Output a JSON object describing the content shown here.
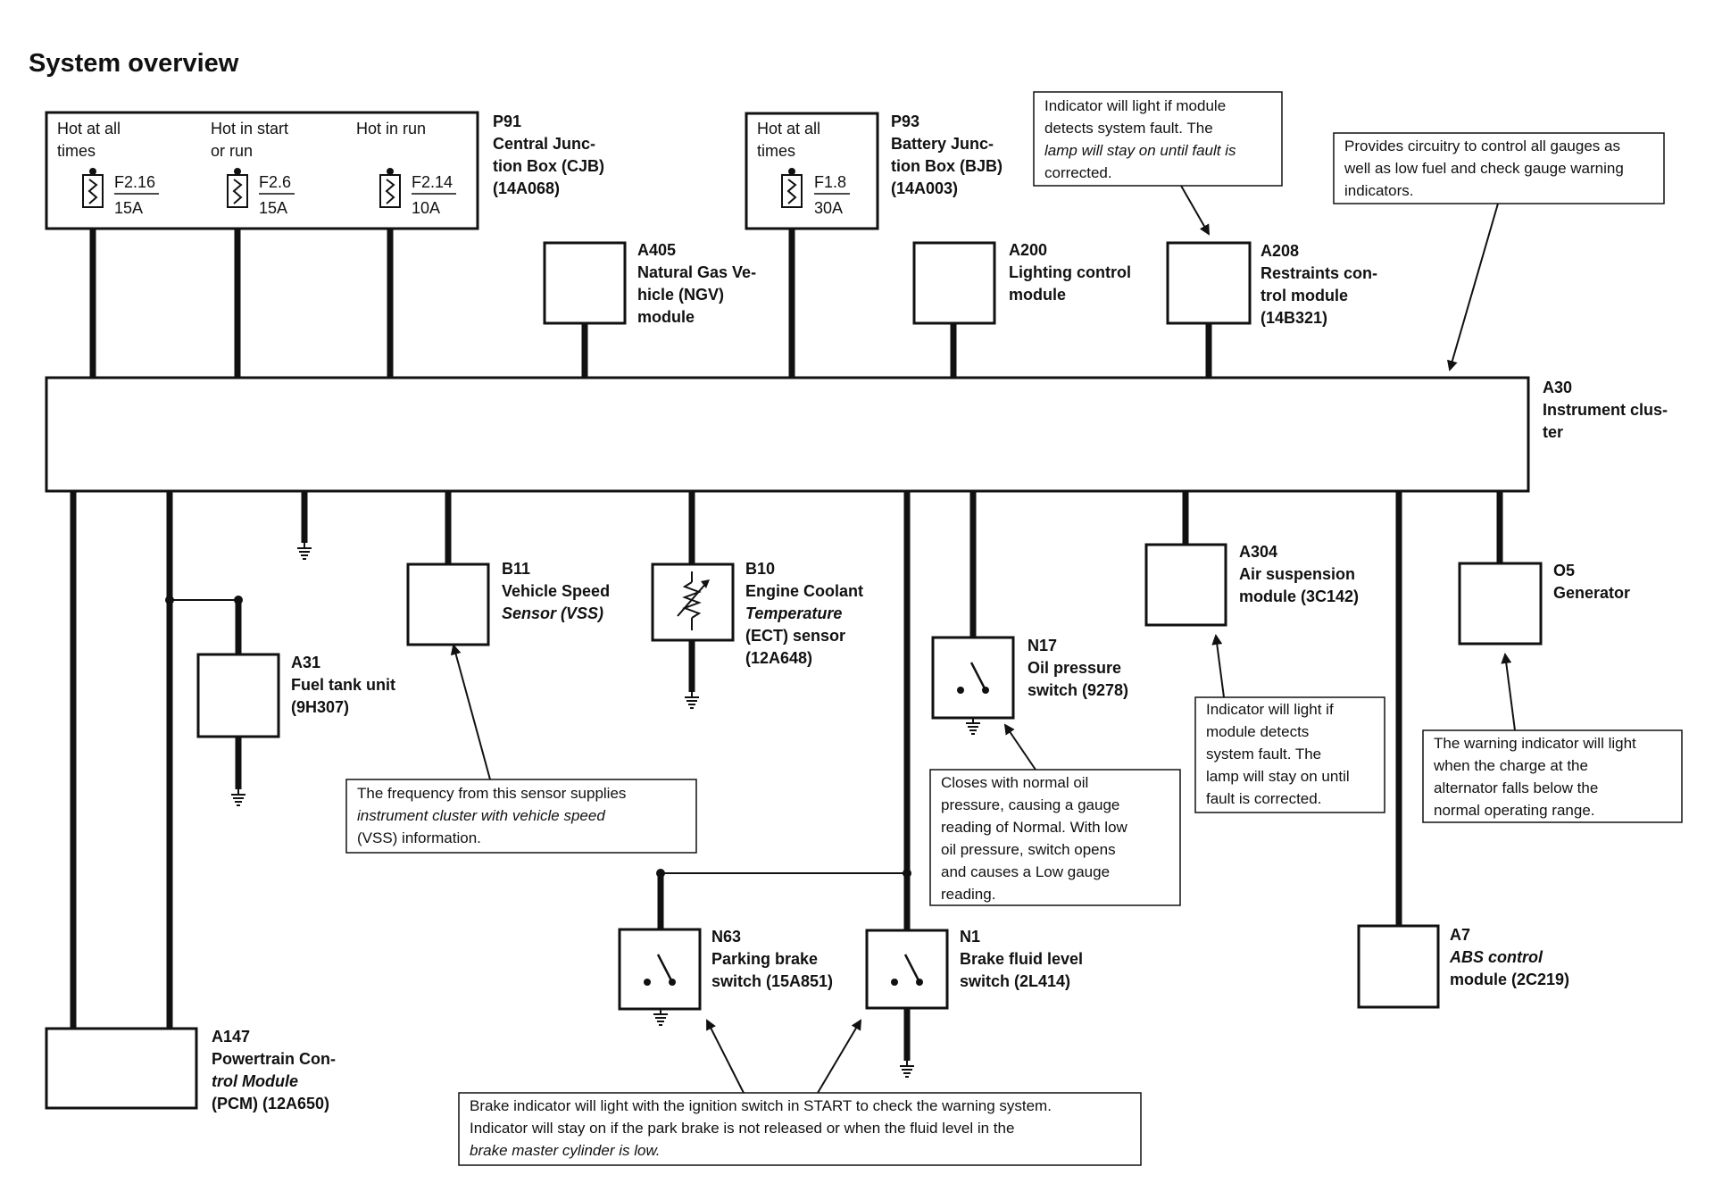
{
  "title": "System overview",
  "components": {
    "p91": {
      "id": "P91",
      "lines": [
        "Central Junc-",
        "tion Box (CJB)",
        "(14A068)"
      ]
    },
    "p93": {
      "id": "P93",
      "lines": [
        "Battery Junc-",
        "tion Box (BJB)",
        "(14A003)"
      ]
    },
    "a405": {
      "id": "A405",
      "lines": [
        "Natural Gas Ve-",
        "hicle (NGV)",
        "module"
      ]
    },
    "a200": {
      "id": "A200",
      "lines": [
        "Lighting control",
        "module"
      ]
    },
    "a208": {
      "id": "A208",
      "lines": [
        "Restraints con-",
        "trol module",
        "(14B321)"
      ]
    },
    "a30": {
      "id": "A30",
      "lines": [
        "Instrument clus-",
        "ter"
      ]
    },
    "a31": {
      "id": "A31",
      "lines": [
        "Fuel tank unit",
        "(9H307)"
      ]
    },
    "b11": {
      "id": "B11",
      "lines": [
        "Vehicle Speed",
        "Sensor (VSS)"
      ]
    },
    "b10": {
      "id": "B10",
      "lines": [
        "Engine Coolant",
        "Temperature",
        "(ECT) sensor",
        "(12A648)"
      ]
    },
    "n17": {
      "id": "N17",
      "lines": [
        "Oil pressure",
        "switch (9278)"
      ]
    },
    "a304": {
      "id": "A304",
      "lines": [
        "Air suspension",
        "module (3C142)"
      ]
    },
    "o5": {
      "id": "O5",
      "lines": [
        "Generator"
      ]
    },
    "n63": {
      "id": "N63",
      "lines": [
        "Parking brake",
        "switch (15A851)"
      ]
    },
    "n1": {
      "id": "N1",
      "lines": [
        "Brake fluid level",
        "switch (2L414)"
      ]
    },
    "a7": {
      "id": "A7",
      "lines": [
        "ABS control",
        "module (2C219)"
      ]
    },
    "a147": {
      "id": "A147",
      "lines": [
        "Powertrain Con-",
        "trol Module",
        "(PCM) (12A650)"
      ]
    }
  },
  "fuses": {
    "p91_headers": [
      "Hot at all",
      "times",
      "Hot in start",
      "or run",
      "Hot in run"
    ],
    "p91": [
      {
        "name": "F2.16",
        "rating": "15A"
      },
      {
        "name": "F2.6",
        "rating": "15A"
      },
      {
        "name": "F2.14",
        "rating": "10A"
      }
    ],
    "p93_headers": [
      "Hot at all",
      "times"
    ],
    "p93": [
      {
        "name": "F1.8",
        "rating": "30A"
      }
    ]
  },
  "notes": {
    "restraints": [
      "Indicator will light if module",
      "detects system fault.  The",
      "lamp will stay on until fault is",
      "corrected."
    ],
    "gauges": [
      "Provides circuitry to control all gauges as",
      "well as low fuel and check gauge warning",
      "indicators."
    ],
    "vss": [
      "The frequency from this sensor supplies",
      "instrument cluster with vehicle speed",
      "(VSS) information."
    ],
    "oil": [
      "Closes with normal oil",
      "pressure, causing a gauge",
      "reading of Normal.  With  low",
      "oil pressure, switch opens",
      "and causes a Low gauge",
      "reading."
    ],
    "air": [
      "Indicator will light if",
      "module detects",
      "system fault.  The",
      "lamp will stay on until",
      "fault is corrected."
    ],
    "generator": [
      "The warning indicator will light",
      "when the charge at the",
      "alternator falls below the",
      "normal operating range."
    ],
    "brake": [
      "Brake indicator will light with the ignition switch in START to check the warning system.",
      "Indicator will stay on if the park brake is not released or when the fluid level in the",
      "brake master cylinder is low."
    ]
  }
}
